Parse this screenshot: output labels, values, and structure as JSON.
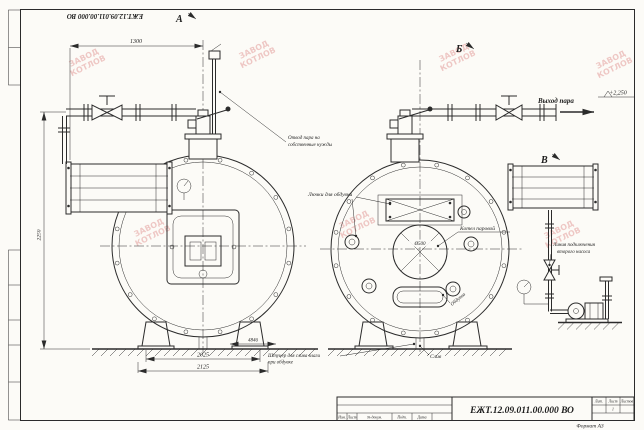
{
  "sheet": {
    "doc_number": "ЕЖТ.12.09.011.00.000 ВО",
    "format_label": "Формат А3",
    "title_block": {
      "cols": [
        "Изм.",
        "Лист",
        "№ докум.",
        "Подп.",
        "Дата"
      ],
      "lit_label": "Лит.",
      "list_label": "Лист",
      "listov_label": "Листов",
      "sheet_number": "1"
    }
  },
  "views": {
    "a": "А",
    "b": "Б",
    "v": "В"
  },
  "callouts": {
    "own_needs_1": "Отвод пара на",
    "own_needs_2": "собственные нужды",
    "steam_outlet": "Выход пара",
    "elevation": "+2,250",
    "hatches": "Лючки для обдувки",
    "boiler": "Котел паровой",
    "pump_line_1": "Линия подключения",
    "pump_line_2": "второго насоса",
    "drain_fitting_1": "Штуцер для слива влаги",
    "drain_fitting_2": "при обдувке",
    "drain": "Слив",
    "blowdown": "Обдувка"
  },
  "dimensions": {
    "top_width": "1300",
    "support_span": "2025",
    "base_width": "2125",
    "length": "4846",
    "height": "2250",
    "opening_dia": "Ø500"
  },
  "watermark": {
    "line1": "ЗАВОД",
    "line2": "КОТЛОВ"
  }
}
